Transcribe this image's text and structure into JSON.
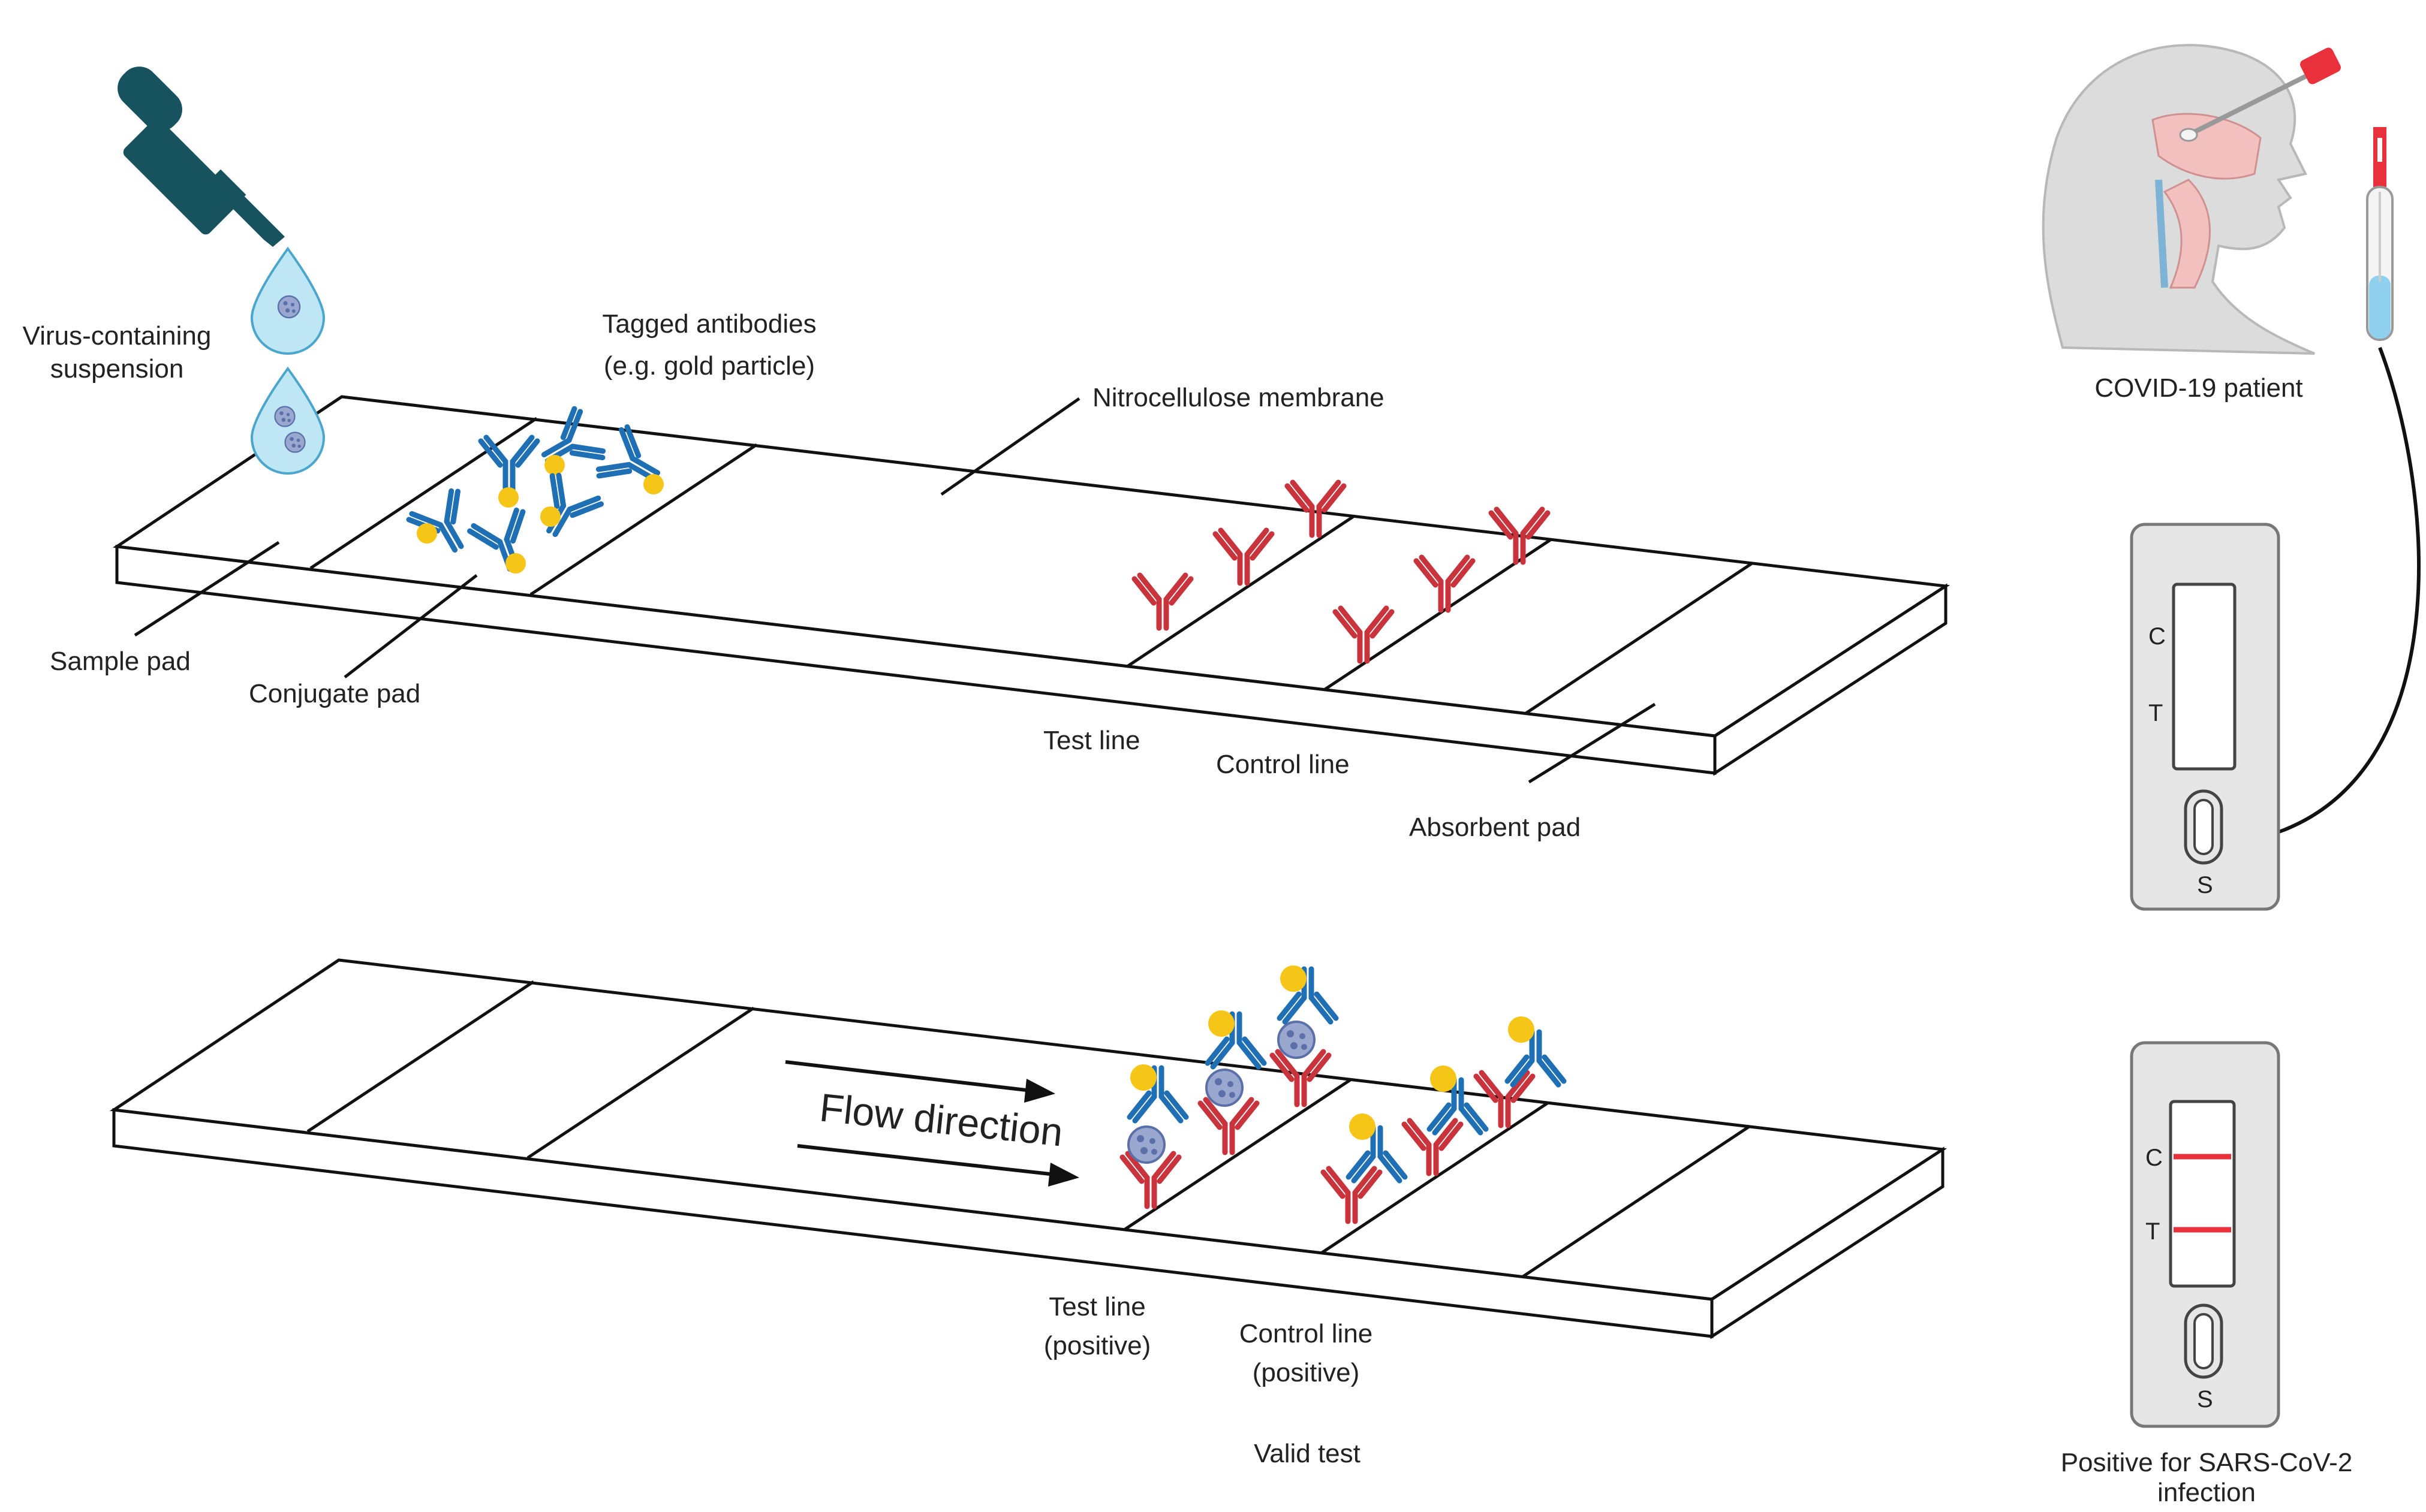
{
  "labels": {
    "virus_suspension": [
      "Virus-containing",
      "suspension"
    ],
    "tagged_antibodies": [
      "Tagged antibodies",
      "(e.g. gold particle)"
    ],
    "nitrocellulose": "Nitrocellulose membrane",
    "sample_pad": "Sample pad",
    "conjugate_pad": "Conjugate pad",
    "test_line": "Test line",
    "control_line": "Control line",
    "absorbent_pad": "Absorbent pad",
    "covid_patient": "COVID-19 patient",
    "flow_direction": "Flow direction",
    "test_line_positive": [
      "Test line",
      "(positive)"
    ],
    "control_line_positive": [
      "Control line",
      "(positive)"
    ],
    "valid_test": "Valid test",
    "positive_result": [
      "Positive for SARS-CoV-2",
      "infection"
    ]
  },
  "cassette": {
    "control_letter": "C",
    "test_letter": "T",
    "sample_letter": "S"
  },
  "colors": {
    "dropper": "#17525f",
    "antibody_blue": "#1f6fb5",
    "antibody_red": "#c9343c",
    "gold": "#f5c518",
    "drop": "#bfe6f5",
    "result_line": "#e8313b",
    "virus": "#5b6fa8"
  },
  "icons": [
    "dropper-icon",
    "drop-icon",
    "antibody-icon",
    "virus-icon",
    "patient-head-icon",
    "swab-icon",
    "sample-tube-icon",
    "test-cassette-icon"
  ]
}
